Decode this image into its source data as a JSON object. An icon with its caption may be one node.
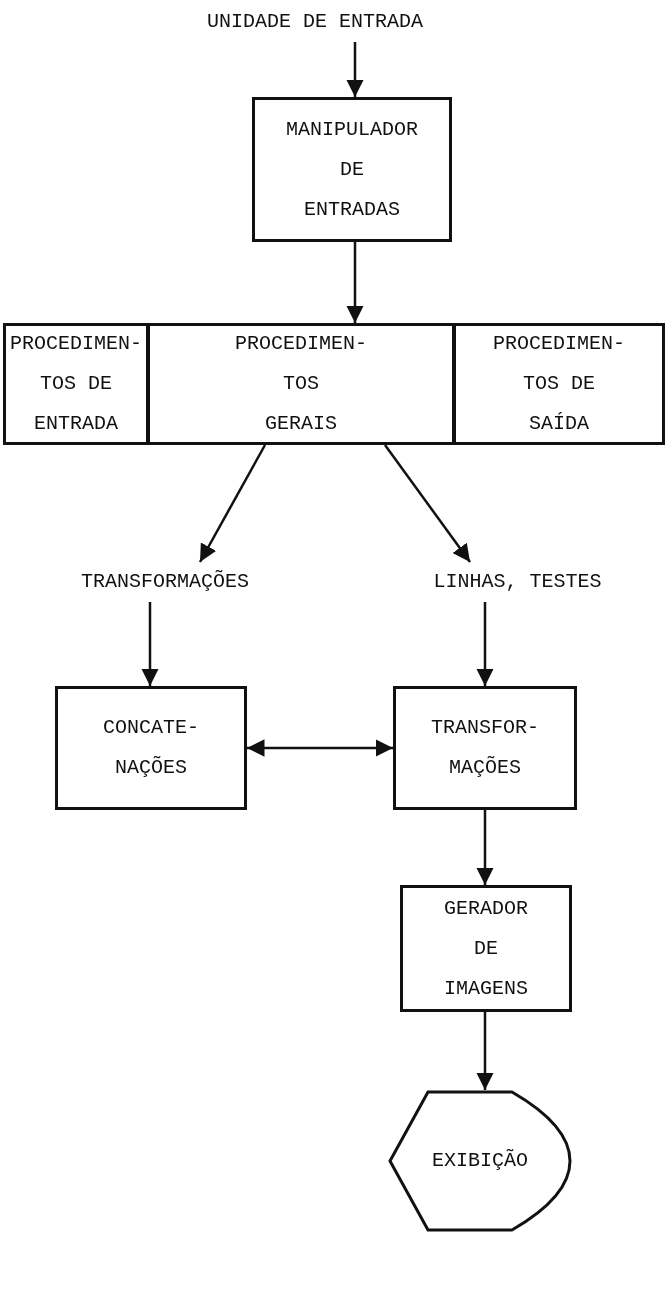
{
  "diagram": {
    "nodes": [
      {
        "text": [
          "UNIDADE DE ENTRADA"
        ]
      },
      {
        "text": [
          "MANIPULADOR DE ENTRADAS"
        ]
      },
      {
        "text": [
          "PROCEDIMEN- TOS DE ENTRADA"
        ]
      },
      {
        "text": [
          "PROCEDIMEN- TOS GERAIS"
        ]
      },
      {
        "text": [
          "PROCEDIMEN- TOS DE SAÍDA"
        ]
      },
      {
        "text": [
          "TRANSFORMAÇÕES"
        ]
      },
      {
        "text": [
          "LINHAS, TESTES"
        ]
      },
      {
        "text": [
          "CONCATE- NAÇÕES"
        ]
      },
      {
        "text": [
          "TRANSFOR- MAÇÕES"
        ]
      },
      {
        "text": [
          "GERADOR DE IMAGENS"
        ]
      },
      {
        "text": [
          "EXIBIÇÃO"
        ]
      }
    ],
    "edges": [
      {
        "from": 0,
        "to": 1,
        "arrow": "to"
      },
      {
        "from": 1,
        "to": 3,
        "arrow": "to"
      },
      {
        "from": 3,
        "to": 5,
        "arrow": "to"
      },
      {
        "from": 3,
        "to": 6,
        "arrow": "to"
      },
      {
        "from": 5,
        "to": 7,
        "arrow": "to"
      },
      {
        "from": 6,
        "to": 8,
        "arrow": "to"
      },
      {
        "from": 7,
        "to": 8,
        "arrow": "both"
      },
      {
        "from": 8,
        "to": 9,
        "arrow": "to"
      },
      {
        "from": 9,
        "to": 10,
        "arrow": "to"
      }
    ]
  }
}
